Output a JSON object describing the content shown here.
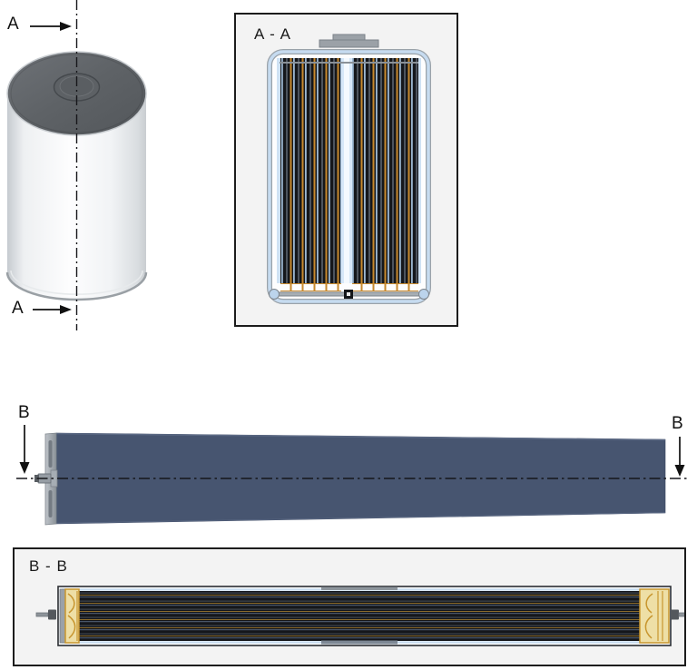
{
  "markers": {
    "a": "A",
    "b": "B"
  },
  "views": {
    "aa": {
      "title": "A - A"
    },
    "bb": {
      "title": "B - B"
    }
  },
  "colors": {
    "box_background": "#f3f3f3",
    "box_border": "#1c1c1c",
    "electrode_dark": "#15171b",
    "electrode_gray": "#4d545e",
    "collector_orange": "#c8892d",
    "separator_blue": "#9db8d2",
    "can_blue": "#c6dbf0",
    "can_gray": "#9aa2a9",
    "blade_body": "#475570",
    "end_cap_gray": "#9aa1a8",
    "tab_gold": "#c8962f",
    "tab_gold_fill": "#eedfa6",
    "cap_top_gray": "#5e6266",
    "terminal_gray": "#8d9399",
    "centerline_black": "#17171b",
    "stripe_dim_orange": "#8a6a2a",
    "stripe_dim_blue": "#55647a"
  }
}
